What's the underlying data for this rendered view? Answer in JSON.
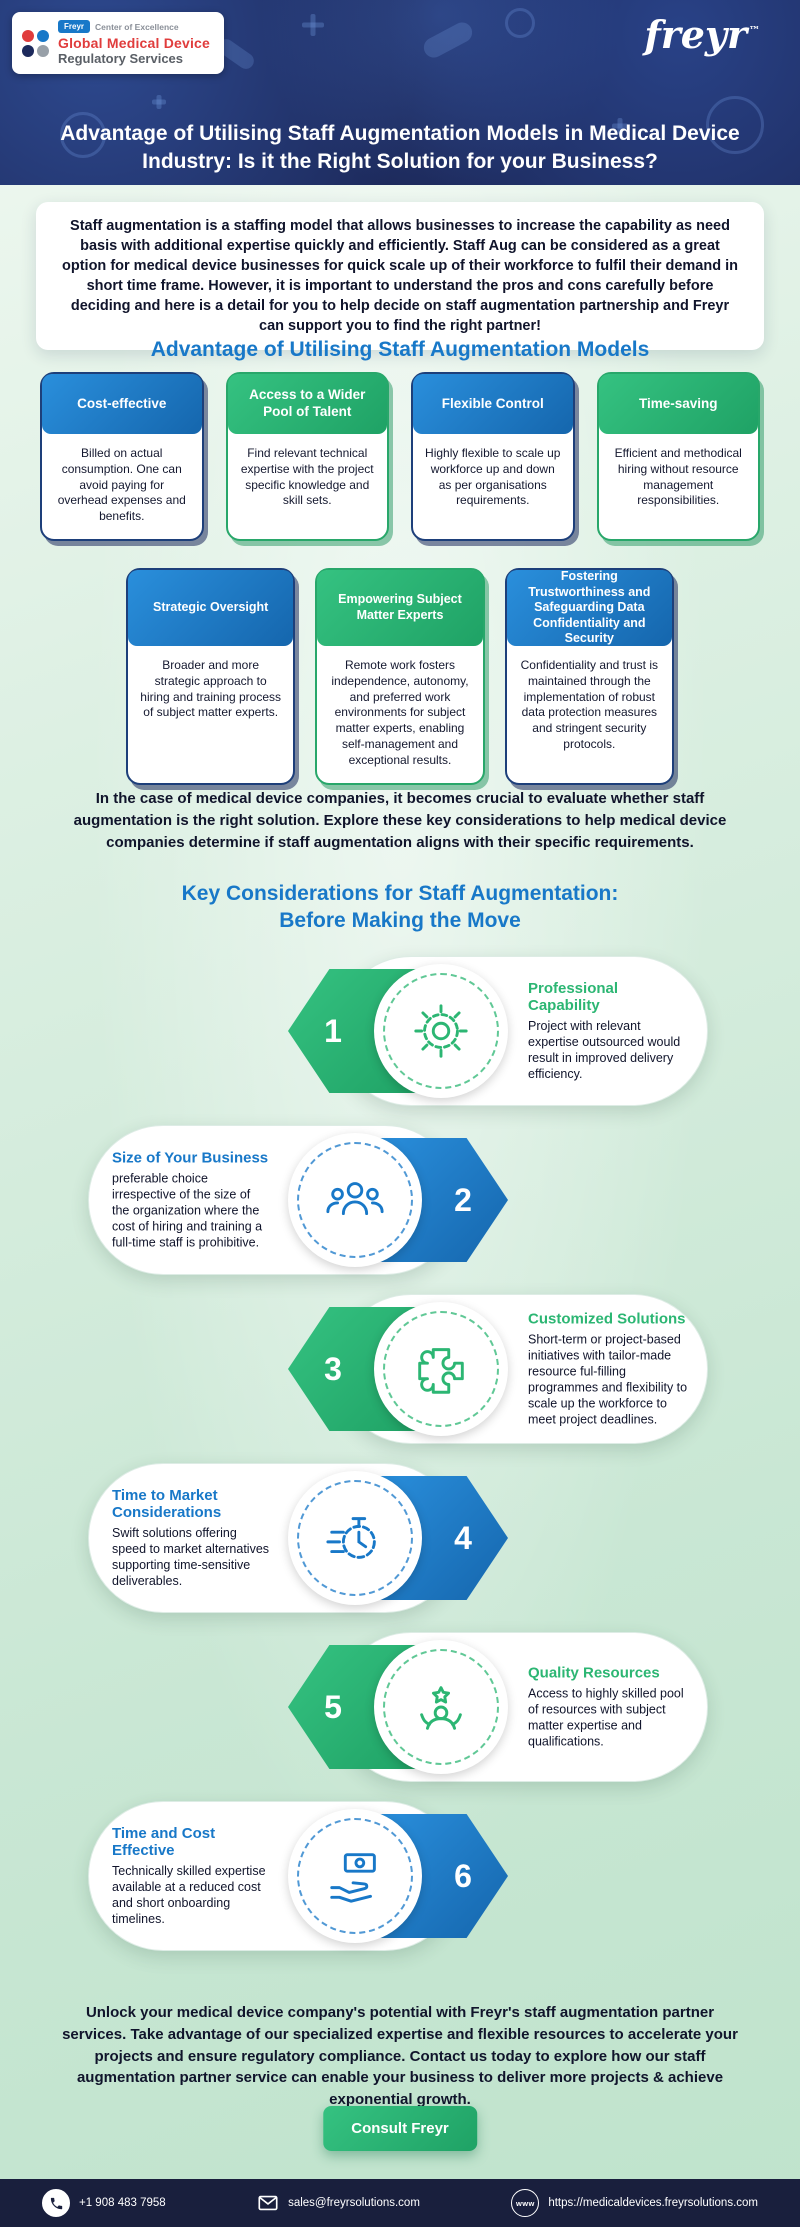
{
  "colors": {
    "navy": "#1d2a5c",
    "footer_navy": "#191f3d",
    "blue": "#1878c8",
    "green": "#2cb673",
    "red": "#e03c3c",
    "text_dark": "#10142b",
    "background_mint": "#cde8d6"
  },
  "header": {
    "badge": {
      "brand_tag": "Freyr",
      "coe": "Center of Excellence",
      "line1": "Global Medical Device",
      "line2": "Regulatory Services"
    },
    "wordmark": "freyr",
    "trademark": "™",
    "title": "Advantage of Utilising Staff Augmentation Models in Medical Device Industry: Is it the Right Solution for your Business?"
  },
  "intro": "Staff augmentation is a staffing model that allows businesses to increase the capability as need basis with additional expertise quickly and efficiently. Staff Aug can be considered as a great option for medical device businesses for quick scale up of their workforce to fulfil their demand in short time frame. However, it is important to understand the pros and cons carefully before deciding and here is a detail for you to help decide on staff augmentation partnership and Freyr can support you to find the right partner!",
  "advantages": {
    "heading": "Advantage of Utilising Staff Augmentation Models",
    "cards": [
      {
        "title": "Cost-effective",
        "body": "Billed on actual consumption. One can avoid paying for overhead expenses and benefits.",
        "color": "blue"
      },
      {
        "title": "Access to a Wider Pool of Talent",
        "body": "Find relevant technical expertise with the project specific knowledge and skill sets.",
        "color": "green"
      },
      {
        "title": "Flexible Control",
        "body": "Highly flexible to scale up workforce up and down as per organisations requirements.",
        "color": "blue"
      },
      {
        "title": "Time-saving",
        "body": "Efficient and methodical hiring without resource management responsibilities.",
        "color": "green"
      },
      {
        "title": "Strategic Oversight",
        "body": "Broader and more strategic approach to hiring and training process of subject matter experts.",
        "color": "blue"
      },
      {
        "title": "Empowering Subject Matter Experts",
        "body": "Remote work fosters independence, autonomy, and preferred work environments for subject matter experts, enabling self-management and exceptional results.",
        "color": "green"
      },
      {
        "title": "Fostering Trustworthiness and Safeguarding Data Confidentiality and Security",
        "body": "Confidentiality and trust is maintained through the implementation of robust data protection measures and stringent security protocols.",
        "color": "blue"
      }
    ]
  },
  "evaluation_note": "In the case of medical device companies, it becomes crucial to evaluate whether staff augmentation is the right solution. Explore these key considerations to help medical device companies determine if staff augmentation aligns with their specific requirements.",
  "considerations": {
    "heading_line1": "Key Considerations for Staff Augmentation:",
    "heading_line2": "Before Making the Move",
    "items": [
      {
        "number": "1",
        "title": "Professional Capability",
        "body": "Project with relevant expertise outsourced would result in improved delivery efficiency.",
        "icon": "gear-icon",
        "color": "green"
      },
      {
        "number": "2",
        "title": "Size of Your Business",
        "body": "preferable choice irrespective of the size of the organization where the cost of hiring and training a full-time staff is prohibitive.",
        "icon": "team-icon",
        "color": "blue"
      },
      {
        "number": "3",
        "title": "Customized Solutions",
        "body": "Short-term or project-based initiatives with tailor-made resource ful-filling programmes and flexibility to scale up the workforce to meet project deadlines.",
        "icon": "puzzle-icon",
        "color": "green"
      },
      {
        "number": "4",
        "title": "Time to Market Considerations",
        "body": "Swift solutions offering speed to market alternatives supporting time-sensitive deliverables.",
        "icon": "timer-icon",
        "color": "blue"
      },
      {
        "number": "5",
        "title": "Quality Resources",
        "body": "Access to highly skilled pool of resources with subject matter expertise and qualifications.",
        "icon": "quality-person-icon",
        "color": "green"
      },
      {
        "number": "6",
        "title": "Time and Cost Effective",
        "body": "Technically skilled expertise available at a reduced cost and short onboarding timelines.",
        "icon": "hand-money-icon",
        "color": "blue"
      }
    ]
  },
  "cta": {
    "text": "Unlock your medical device company's potential with Freyr's staff augmentation partner services. Take advantage of our specialized expertise and flexible resources to accelerate your projects and ensure regulatory compliance. Contact us today to explore how our staff augmentation partner service can enable your business to deliver more projects & achieve exponential growth.",
    "button_label": "Consult Freyr"
  },
  "footer": {
    "phone": "+1 908 483 7958",
    "email": "sales@freyrsolutions.com",
    "website": "https://medicaldevices.freyrsolutions.com",
    "website_icon_label": "www"
  }
}
